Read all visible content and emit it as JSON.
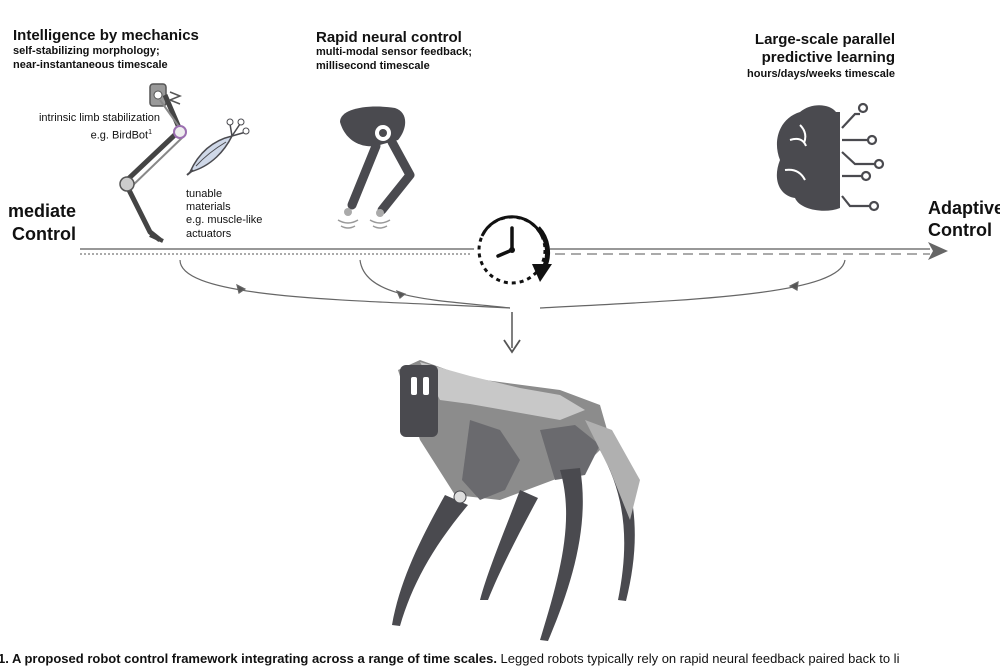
{
  "mechanics": {
    "title": "Intelligence by mechanics",
    "line1": "self-stabilizing morphology;",
    "line2": "near-instantaneous timescale",
    "limb_label1": "intrinsic limb stabilization",
    "limb_label2": "e.g. BirdBot",
    "limb_sup": "1",
    "material_label1": "tunable",
    "material_label2": "materials",
    "material_label3": "e.g. muscle-like",
    "material_label4": "actuators"
  },
  "neural": {
    "title": "Rapid neural control",
    "line1": "multi-modal sensor feedback;",
    "line2": "millisecond timescale"
  },
  "learning": {
    "title1": "Large-scale parallel",
    "title2": "predictive learning",
    "line1": "hours/days/weeks timescale"
  },
  "axis": {
    "left1": "mediate",
    "left2": "Control",
    "right1": "Adaptive",
    "right2": "Control"
  },
  "caption": {
    "bold": "1. A proposed robot control framework integrating across a range of time scales.",
    "rest": " Legged robots typically rely on rapid neural feedback paired back to li"
  },
  "colors": {
    "icon_gray": "#4a4a4f",
    "light_gray": "#bdbdbd",
    "accent_purple": "#9b6fb0"
  }
}
